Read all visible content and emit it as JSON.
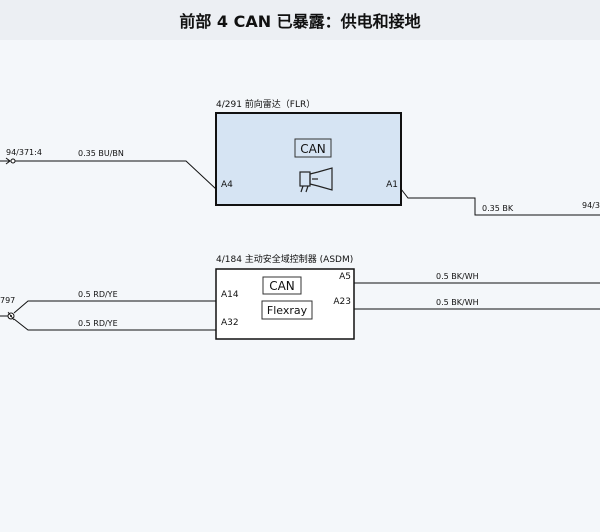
{
  "page": {
    "title": "前部 4 CAN 已暴露：供电和接地"
  },
  "diagram": {
    "flr": {
      "title": "4/291 前向雷达（FLR）",
      "label": "CAN",
      "pin_left": "A4",
      "pin_right": "A1",
      "icon": "radar-speaker-icon",
      "fill": "#d6e4f3"
    },
    "asdm": {
      "title": "4/184 主动安全域控制器 (ASDM)",
      "label_can": "CAN",
      "label_flexray": "Flexray",
      "pins": {
        "a14": "A14",
        "a32": "A32",
        "a5": "A5",
        "a23": "A23"
      }
    },
    "wires": {
      "flr_in": "0.35 BU/BN",
      "flr_out": "0.35 BK",
      "rd_ye_top": "0.5 RD/YE",
      "rd_ye_bottom": "0.5 RD/YE",
      "bk_wh_top": "0.5 BK/WH",
      "bk_wh_bottom": "0.5 BK/WH"
    },
    "connectors": {
      "left_top": "94/371:4",
      "left_mid": "797",
      "right_top": "94/3"
    }
  }
}
